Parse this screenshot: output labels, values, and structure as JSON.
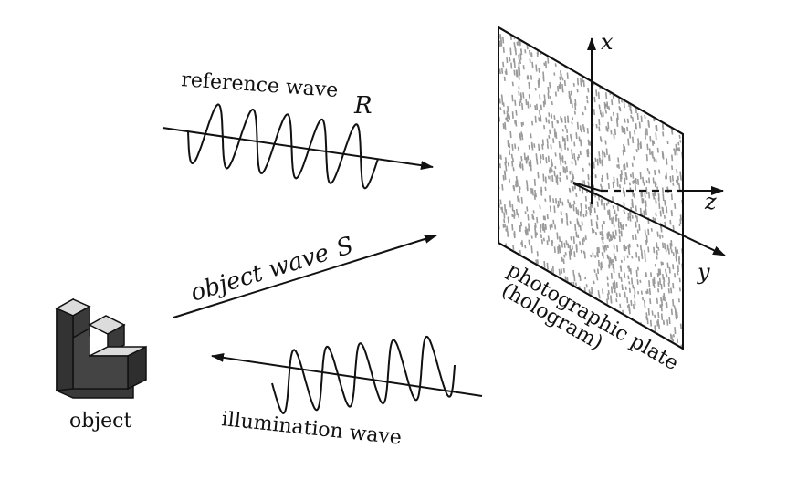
{
  "labels": {
    "reference_wave": "reference wave",
    "reference_symbol": "R",
    "object_wave": "object wave",
    "object_symbol": "S",
    "illumination_wave": "illumination wave",
    "object": "object",
    "plate_line1": "photographic plate",
    "plate_line2": "(hologram)",
    "axis_x": "x",
    "axis_y": "y",
    "axis_z": "z"
  },
  "colors": {
    "ink": "#111111",
    "plate_speckle": "#9a9a9a",
    "object_dark": "#3c3c3c",
    "object_light": "#d8d8d8"
  }
}
